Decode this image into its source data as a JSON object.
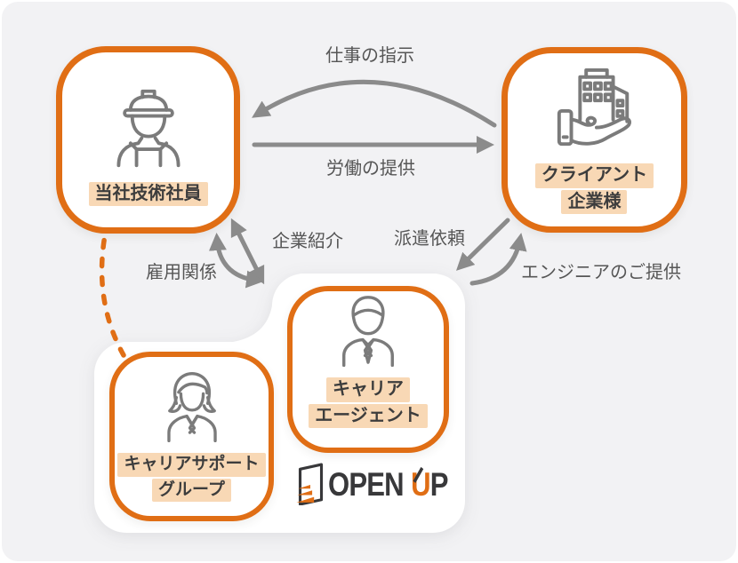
{
  "title": "OPEN UP engineer dispatch relationship diagram",
  "colors": {
    "accent_orange": "#e06e15",
    "label_highlight": "#f8d8b5",
    "arrow_gray": "#8b8b8b",
    "icon_gray": "#7b7b7b",
    "node_label_text": "#3d3d3d",
    "arrow_label_text": "#565656",
    "canvas_background": "#f2f2f4",
    "panel_white": "#ffffff",
    "logo_dark": "#38383a"
  },
  "nodes": [
    {
      "id": "employee",
      "label": "当社技術社員",
      "lines": [
        "当社技術社員"
      ],
      "icon": "construction-worker-icon"
    },
    {
      "id": "client",
      "label": "クライアント企業様",
      "lines": [
        "クライアント",
        "企業様"
      ],
      "icon": "building-in-hand-icon"
    },
    {
      "id": "career-agent",
      "label": "キャリアエージェント",
      "lines": [
        "キャリア",
        "エージェント"
      ],
      "icon": "career-agent-icon"
    },
    {
      "id": "career-support",
      "label": "キャリアサポートグループ",
      "lines": [
        "キャリアサポート",
        "グループ"
      ],
      "icon": "career-support-icon"
    }
  ],
  "relations": [
    {
      "id": "job-instructions",
      "label": "仕事の指示",
      "from": "client",
      "to": "employee",
      "style": "curved-arrow"
    },
    {
      "id": "labor-provision",
      "label": "労働の提供",
      "from": "employee",
      "to": "client",
      "style": "straight-arrow"
    },
    {
      "id": "company-introduction",
      "label": "企業紹介",
      "from": "career-agent",
      "to": "employee",
      "style": "double-headed-arrow"
    },
    {
      "id": "employment-relationship",
      "label": "雇用関係",
      "from": "employee",
      "to": "career-agent",
      "style": "curved-double-headed-arrow"
    },
    {
      "id": "dispatch-request",
      "label": "派遣依頼",
      "from": "client",
      "to": "career-agent",
      "style": "straight-arrow"
    },
    {
      "id": "engineer-provision",
      "label": "エンジニアのご提供",
      "from": "career-agent",
      "to": "client",
      "style": "curved-arrow"
    },
    {
      "id": "support-relationship",
      "label": "",
      "from": "employee",
      "to": "career-support",
      "style": "dashed-orange-curve"
    }
  ],
  "logo": {
    "brand": "OPEN UP",
    "part_open": "OPEN",
    "part_u": "U",
    "part_p": "P",
    "icon": "open-door-logo-icon"
  }
}
